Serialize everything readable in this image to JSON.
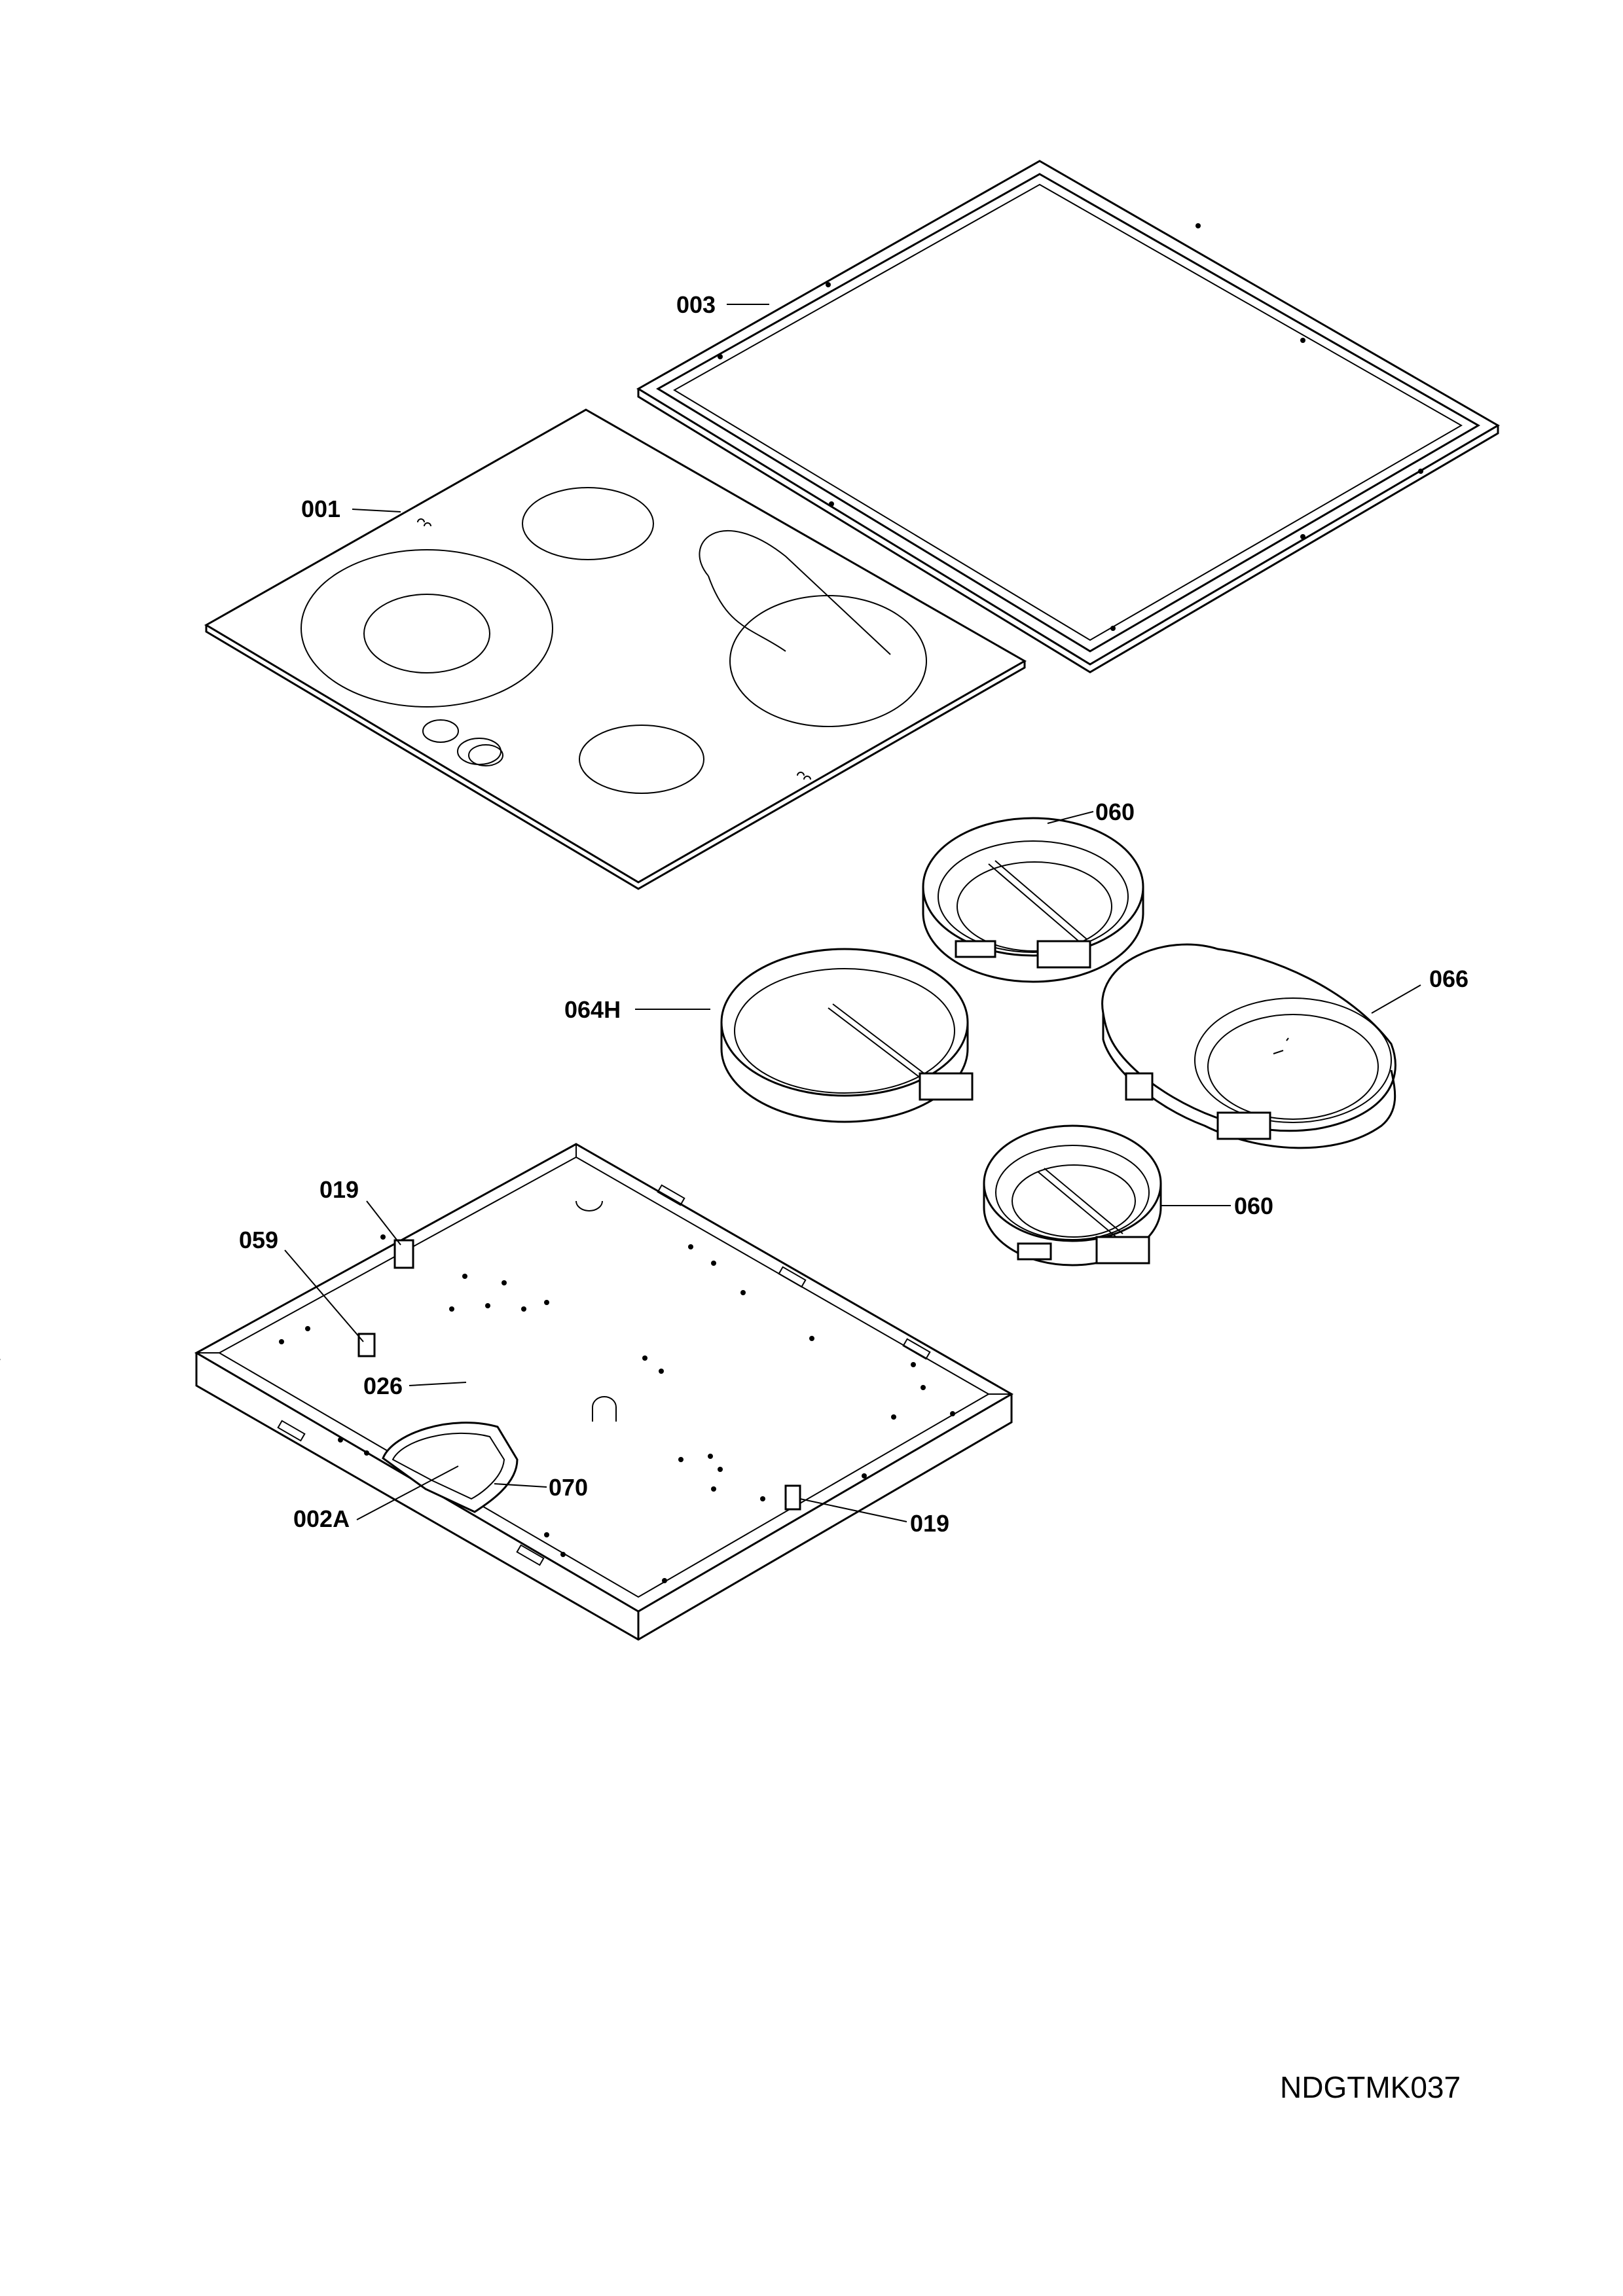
{
  "labels": {
    "frame": "003",
    "glass_top": "001",
    "element_small_top": "060",
    "element_large": "064H",
    "element_oval": "066",
    "element_small_bottom": "060",
    "connector_left": "019",
    "clip": "059",
    "insulation_pad": "026",
    "tray_cover": "002A",
    "bracket": "070",
    "connector_right": "019"
  },
  "drawing_code": "NDGTMK037"
}
